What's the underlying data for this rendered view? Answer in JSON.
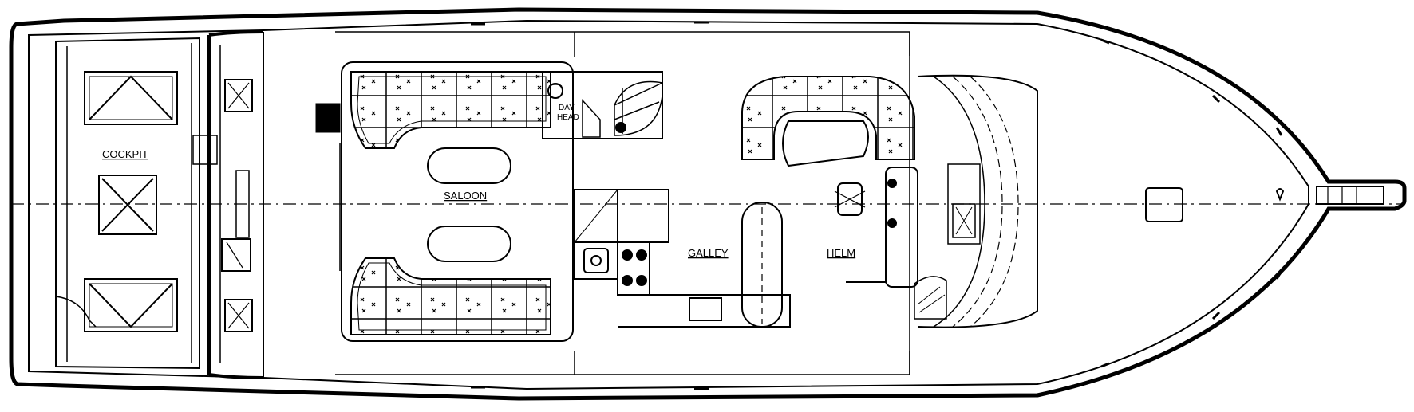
{
  "labels": {
    "cockpit": "COCKPIT",
    "saloon": "SALOON",
    "galley": "GALLEY",
    "helm": "HELM",
    "day_head_line1": "DAY",
    "day_head_line2": "HEAD"
  },
  "colors": {
    "line": "#000000",
    "background": "#ffffff"
  }
}
